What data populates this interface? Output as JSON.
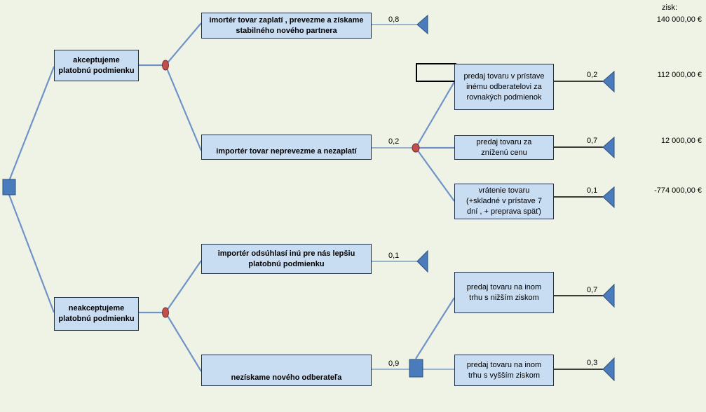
{
  "profit_header": "zisk:",
  "decisions": {
    "accept": "akceptujeme\nplatobnú podmienku",
    "reject": "neakceptujeme\nplatobnú podmienku"
  },
  "outcomes": {
    "pay": "imortér tovar zaplatí , prevezme  a  získame\nstabilného nového partnera",
    "not_pay": "importér  tovar neprevezme a nezaplatí",
    "other_terms": "importér odsúhlasí  inú pre nás lepšiu\nplatobnú podmienku",
    "no_buyer": "nezískame nového odberateľa"
  },
  "actions": {
    "sell_port": "predaj tovaru v prístave\ninému odberatelovi za\nrovnakých podmienok",
    "sell_discount": "predaj  tovaru za\nzníženú cenu",
    "return_goods": "vrátenie  tovaru\n(+skladné v prístave 7\ndní , + preprava späť)",
    "other_lower": "predaj tovaru na inom\ntrhu  s nižším ziskom",
    "other_higher": "predaj tovaru na inom\ntrhu  s  vyšším ziskom"
  },
  "probabilities": {
    "p_pay": "0,8",
    "p_not_pay": "0,2",
    "p_sell_port": "0,2",
    "p_sell_discount": "0,7",
    "p_return": "0,1",
    "p_other_terms": "0,1",
    "p_no_buyer": "0,9",
    "p_other_lower": "0,7",
    "p_other_higher": "0,3"
  },
  "profits": {
    "pay": "140 000,00 €",
    "sell_port": "112 000,00 €",
    "sell_discount": "12 000,00 €",
    "return_goods": "-774 000,00 €"
  },
  "colors": {
    "branch": "#6f93c8",
    "box_fill": "#c8dcf2",
    "box_border": "#1f2f4a",
    "decision_node": "#4a7bbd",
    "chance_node": "#c0504d",
    "terminal": "#4a7bbd"
  }
}
